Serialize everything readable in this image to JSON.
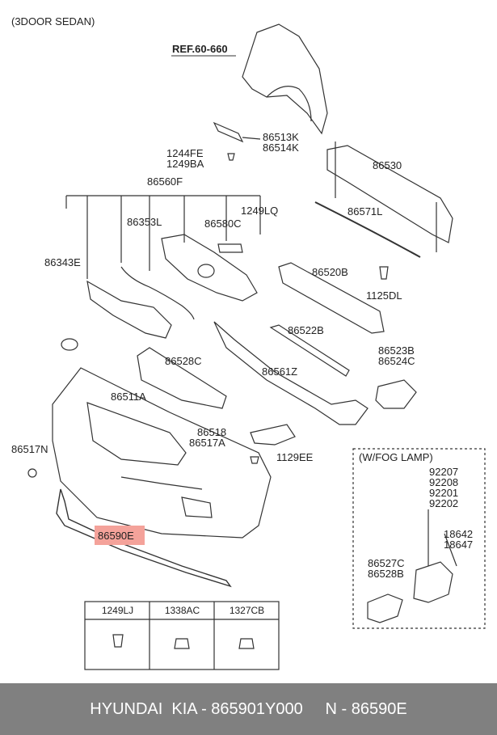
{
  "header_note": "(3DOOR SEDAN)",
  "labels": {
    "ref": "REF.60-660",
    "p86513K": "86513K",
    "p86514K": "86514K",
    "p1244FE": "1244FE",
    "p1249BA": "1249BA",
    "p86560F": "86560F",
    "p86353L": "86353L",
    "p86580C": "86580C",
    "p1249LQ": "1249LQ",
    "p86343E": "86343E",
    "p86530": "86530",
    "p86571L": "86571L",
    "p86520B": "86520B",
    "p1125DL": "1125DL",
    "p86522B": "86522B",
    "p86523B": "86523B",
    "p86524C": "86524C",
    "p86528C": "86528C",
    "p86561Z": "86561Z",
    "p86511A": "86511A",
    "p86518": "86518",
    "p86517A": "86517A",
    "p86517N": "86517N",
    "p1129EE": "1129EE",
    "p86590E": "86590E",
    "fog_title": "(W/FOG LAMP)",
    "p92207": "92207",
    "p92208": "92208",
    "p92201": "92201",
    "p92202": "92202",
    "p18642": "18642",
    "p18647": "18647",
    "p86527C": "86527C",
    "p86528B": "86528B"
  },
  "fastener_table": {
    "headers": [
      "1249LJ",
      "1338AC",
      "1327CB"
    ]
  },
  "footer": {
    "text": "HYUNDAI  KIA - 865901Y000     N - 86590E"
  },
  "highlight_color": "#f4a29a"
}
